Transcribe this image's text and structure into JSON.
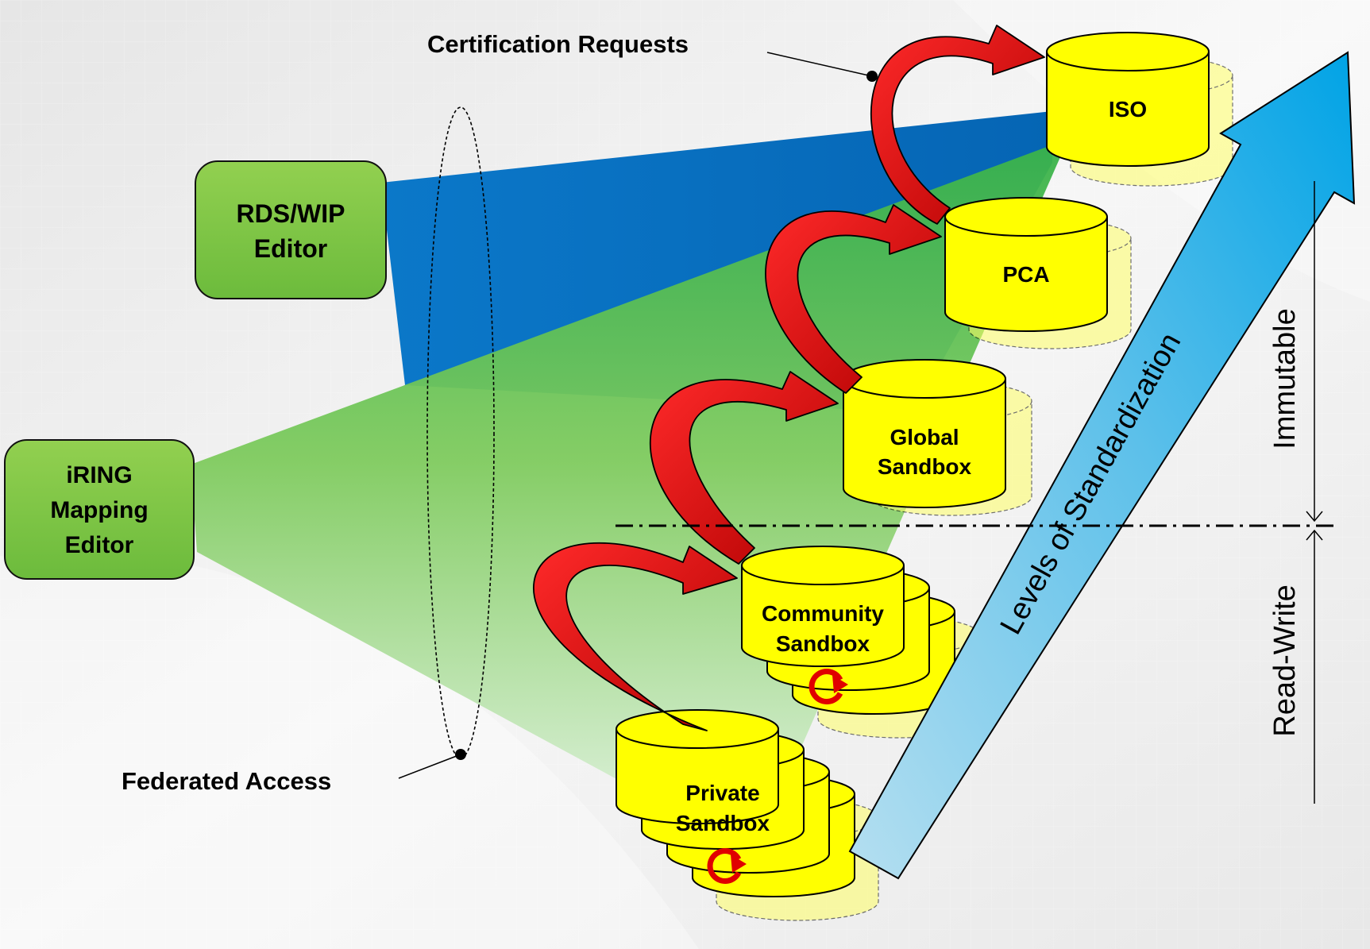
{
  "editors": {
    "rds_wip": {
      "line1": "RDS/WIP",
      "line2": "Editor"
    },
    "iring": {
      "line1": "iRING",
      "line2": "Mapping",
      "line3": "Editor"
    }
  },
  "databases": {
    "iso": {
      "line1": "ISO"
    },
    "pca": {
      "line1": "PCA"
    },
    "global": {
      "line1": "Global",
      "line2": "Sandbox"
    },
    "community": {
      "line1": "Community",
      "line2": "Sandbox"
    },
    "private": {
      "line1": "Private",
      "line2": "Sandbox"
    }
  },
  "annotations": {
    "certification_requests": "Certification Requests",
    "federated_access": "Federated Access",
    "levels_of_standardization": "Levels of Standardization",
    "immutable": "Immutable",
    "read_write": "Read-Write"
  },
  "colors": {
    "editor_green": "#7cc443",
    "db_yellow": "#ffff00",
    "cert_arrow_red": "#dd0000",
    "levels_arrow_top": "#00a6e8",
    "levels_arrow_bottom": "#aad8ee",
    "wedge_blue": "#0a6cc2",
    "wedge_green": "#3cb043"
  }
}
